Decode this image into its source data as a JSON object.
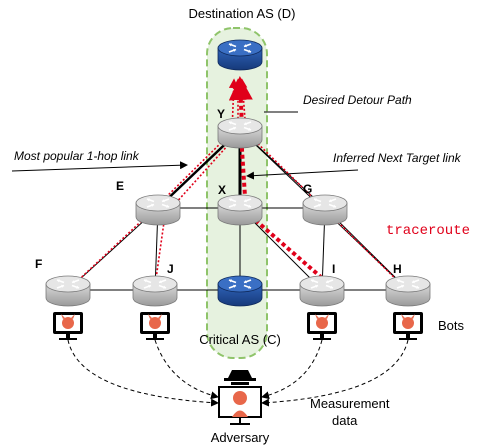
{
  "labels": {
    "destination": "Destination AS (D)",
    "critical": "Critical AS (C)",
    "desired_detour": "Desired Detour Path",
    "popular_link": "Most popular 1-hop link",
    "inferred_link": "Inferred Next Target link",
    "traceroute": "traceroute",
    "bots": "Bots",
    "measurement_line1": "Measurement",
    "measurement_line2": "data",
    "adversary": "Adversary"
  },
  "nodes": {
    "Y": "Y",
    "E": "E",
    "X": "X",
    "G": "G",
    "F": "F",
    "J": "J",
    "I": "I",
    "H": "H"
  },
  "colors": {
    "router_gray": "#a6a6a6",
    "router_blue": "#1f4e9c",
    "critical_zone_fill": "#e6f2df",
    "critical_zone_border": "#8fc46a",
    "attack_red": "#e0001a",
    "bot_face": "#e8674a"
  }
}
